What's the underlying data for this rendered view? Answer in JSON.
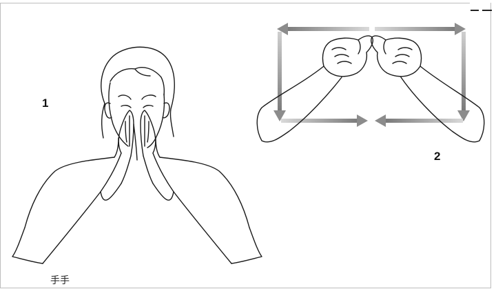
{
  "steps": [
    {
      "label": "1"
    },
    {
      "label": "2"
    }
  ],
  "caption": "手手",
  "colors": {
    "line": "#1a1a1a",
    "arrow": "#8c8c8c",
    "arrow_light": "#c8c8c8",
    "frame": "#bdbdbd"
  }
}
